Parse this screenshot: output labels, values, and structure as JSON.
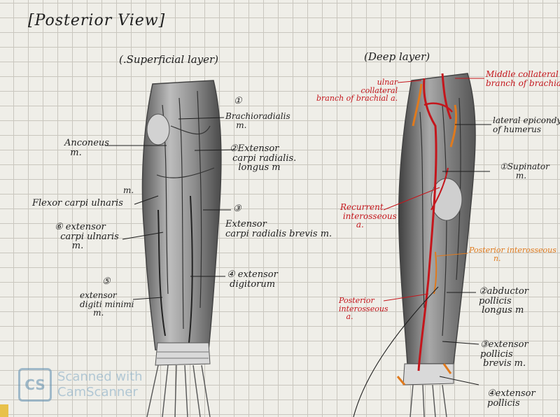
{
  "title": "[Posterior View]",
  "superficial": {
    "heading": "(.Superficial layer)",
    "labels": {
      "n1": "①",
      "brachioradialis": "Brachioradialis\n    m.",
      "anconeus": "Anconeus\n  m.",
      "n2_ecrl": "②Extensor\n carpi radialis.\n   longus m",
      "m_above_fcu": "m.",
      "fcu": "Flexor carpi ulnaris",
      "n3": "③",
      "ecrb": "Extensor\ncarpi radialis brevis m.",
      "n6_ecu": "⑥ extensor\n  carpi ulnaris\n      m.",
      "n4_ed": "④ extensor\n digitorum",
      "n5": "⑤",
      "edm": "extensor\ndigiti minimi\n     m."
    }
  },
  "deep": {
    "heading": "(Deep layer)",
    "labels": {
      "ulnar_collateral": "ulnar\ncollateral\nbranch of brachial a.",
      "middle_collateral": "Middle collateral\nbranch of brachial",
      "lateral_epicondyle": "lateral epicondyle\nof humerus",
      "supinator": "①Supinator\n      m.",
      "recurrent_interosseous": "Recurrent\n interosseous\n      a.",
      "posterior_interosseous_n": "Posterior interosseous\n          n.",
      "posterior_interosseous_a": "Posterior\ninterosseous\n   a.",
      "apl": "②abductor\npollicis\n longus m",
      "epb": "③extensor\npollicis\n brevis m.",
      "epl": "④extensor\npollicis"
    }
  },
  "watermark": {
    "logo": "CS",
    "text": "Scanned with\nCamScanner"
  },
  "colors": {
    "ink": "#1e1e1e",
    "red_ink": "#c4161c",
    "orange_ink": "#e07a1d",
    "pencil": "#8a8a8a",
    "grid": "#c9c6be"
  }
}
